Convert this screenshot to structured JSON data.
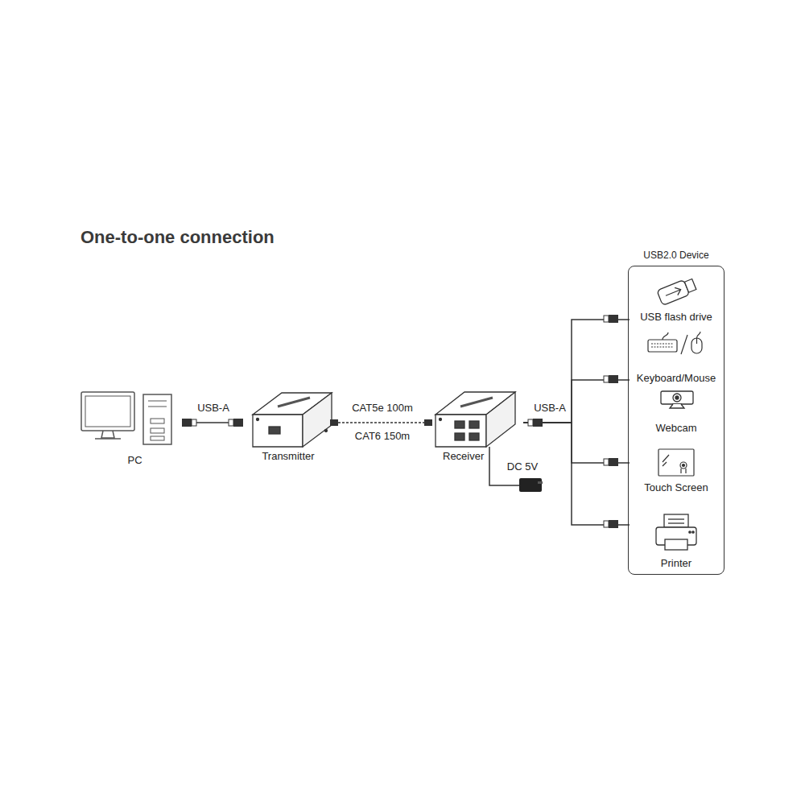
{
  "diagram": {
    "title": "One-to-one connection",
    "nodes": [
      {
        "text": [
          "PC"
        ]
      },
      {
        "text": [
          "Transmitter"
        ]
      },
      {
        "text": [
          "Receiver"
        ]
      },
      {
        "text": [
          "USB2.0 Device"
        ]
      },
      {
        "text": [
          "USB flash drive"
        ],
        "in": 3
      },
      {
        "text": [
          "Keyboard/Mouse"
        ],
        "in": 3
      },
      {
        "text": [
          "Webcam"
        ],
        "in": 3
      },
      {
        "text": [
          "Touch Screen"
        ],
        "in": 3
      },
      {
        "text": [
          "Printer"
        ],
        "in": 3
      }
    ],
    "edges": [
      {
        "from": 0,
        "to": 1,
        "arrow": "none",
        "label": "USB-A"
      },
      {
        "from": 1,
        "to": 2,
        "arrow": "none",
        "label": "CAT5e 100m"
      },
      {
        "from": 2,
        "to": 4,
        "arrow": "none"
      },
      {
        "from": 2,
        "to": 5,
        "arrow": "none"
      },
      {
        "from": 2,
        "to": 7,
        "arrow": "none"
      },
      {
        "from": 2,
        "to": 8,
        "arrow": "none"
      }
    ],
    "labels": [
      "CAT6 150m",
      "USB-A",
      "DC 5V"
    ]
  }
}
